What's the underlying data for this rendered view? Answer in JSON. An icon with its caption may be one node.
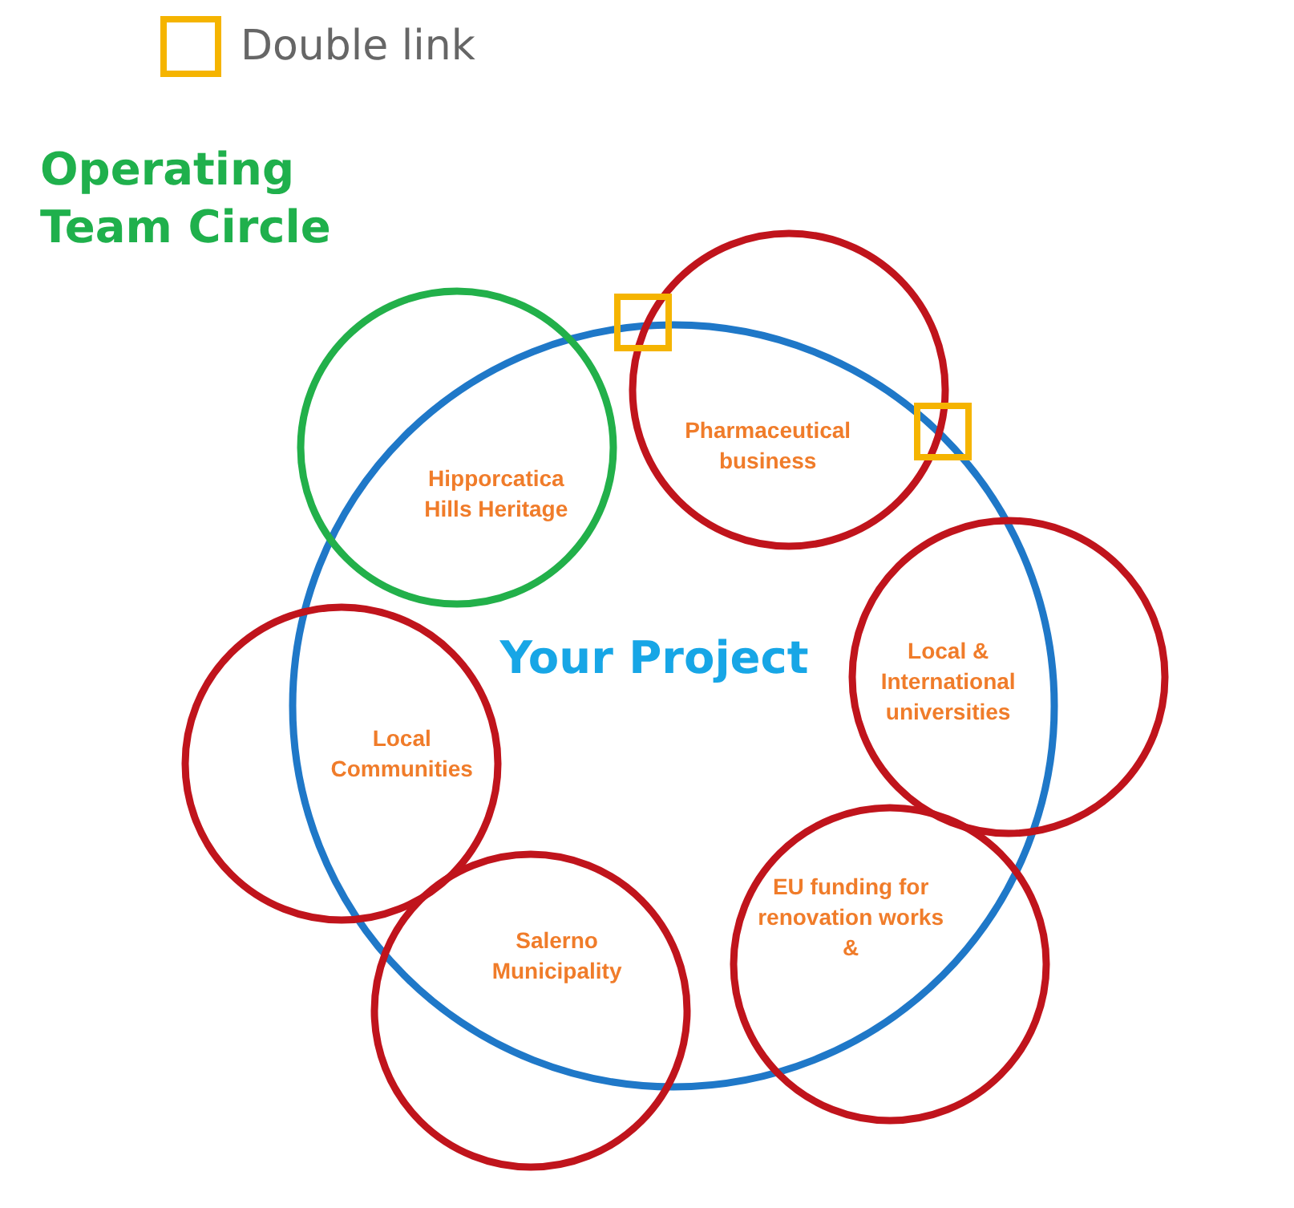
{
  "diagram": {
    "nodes": [
      {
        "text": [
          "Your Project"
        ]
      },
      {
        "text": [
          "Hipporcatica Hills Heritage"
        ],
        "beside": [
          "Operating Team Circle"
        ]
      },
      {
        "text": [
          "Pharmaceutical business"
        ]
      },
      {
        "text": [
          "Local & International universities"
        ]
      },
      {
        "text": [
          "EU funding for renovation works &"
        ]
      },
      {
        "text": [
          "Salerno Municipality"
        ]
      },
      {
        "text": [
          "Local Communities"
        ]
      }
    ],
    "edges": [],
    "legend": [
      {
        "text": "Double link"
      }
    ]
  }
}
